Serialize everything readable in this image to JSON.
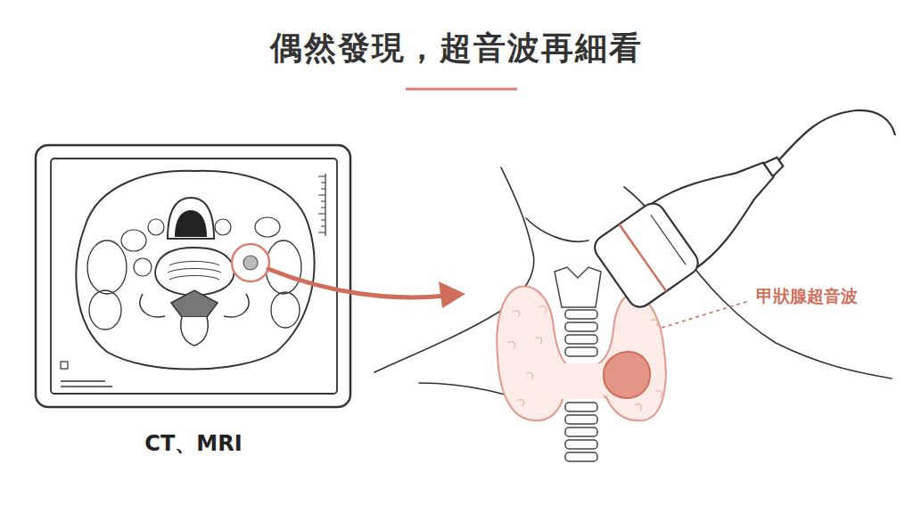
{
  "diagram": {
    "title": "偶然發現，超音波再細看",
    "nodes": [
      {
        "text": [
          "CT、MRI"
        ]
      }
    ],
    "labels": [
      "甲狀腺超音波"
    ]
  }
}
